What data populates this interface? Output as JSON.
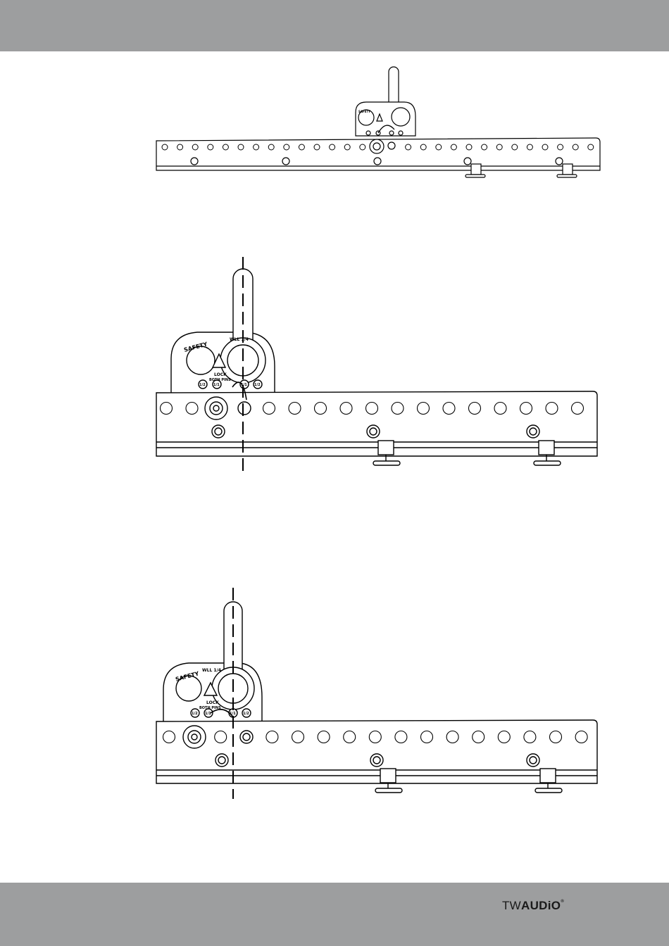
{
  "header": {
    "band_color": "#9d9e9f"
  },
  "footer": {
    "band_color": "#9d9e9f",
    "logo": {
      "part1": "TW",
      "part2": "AUDiO",
      "mark": "®"
    }
  },
  "bracket_labels": {
    "safety": "SAFETY",
    "wll": "WLL 1/4",
    "lock": "LOCK",
    "both_pins": "BOTH PINS",
    "pin_angles": [
      "1/2",
      "1/1",
      "1/1",
      "1/2"
    ]
  }
}
